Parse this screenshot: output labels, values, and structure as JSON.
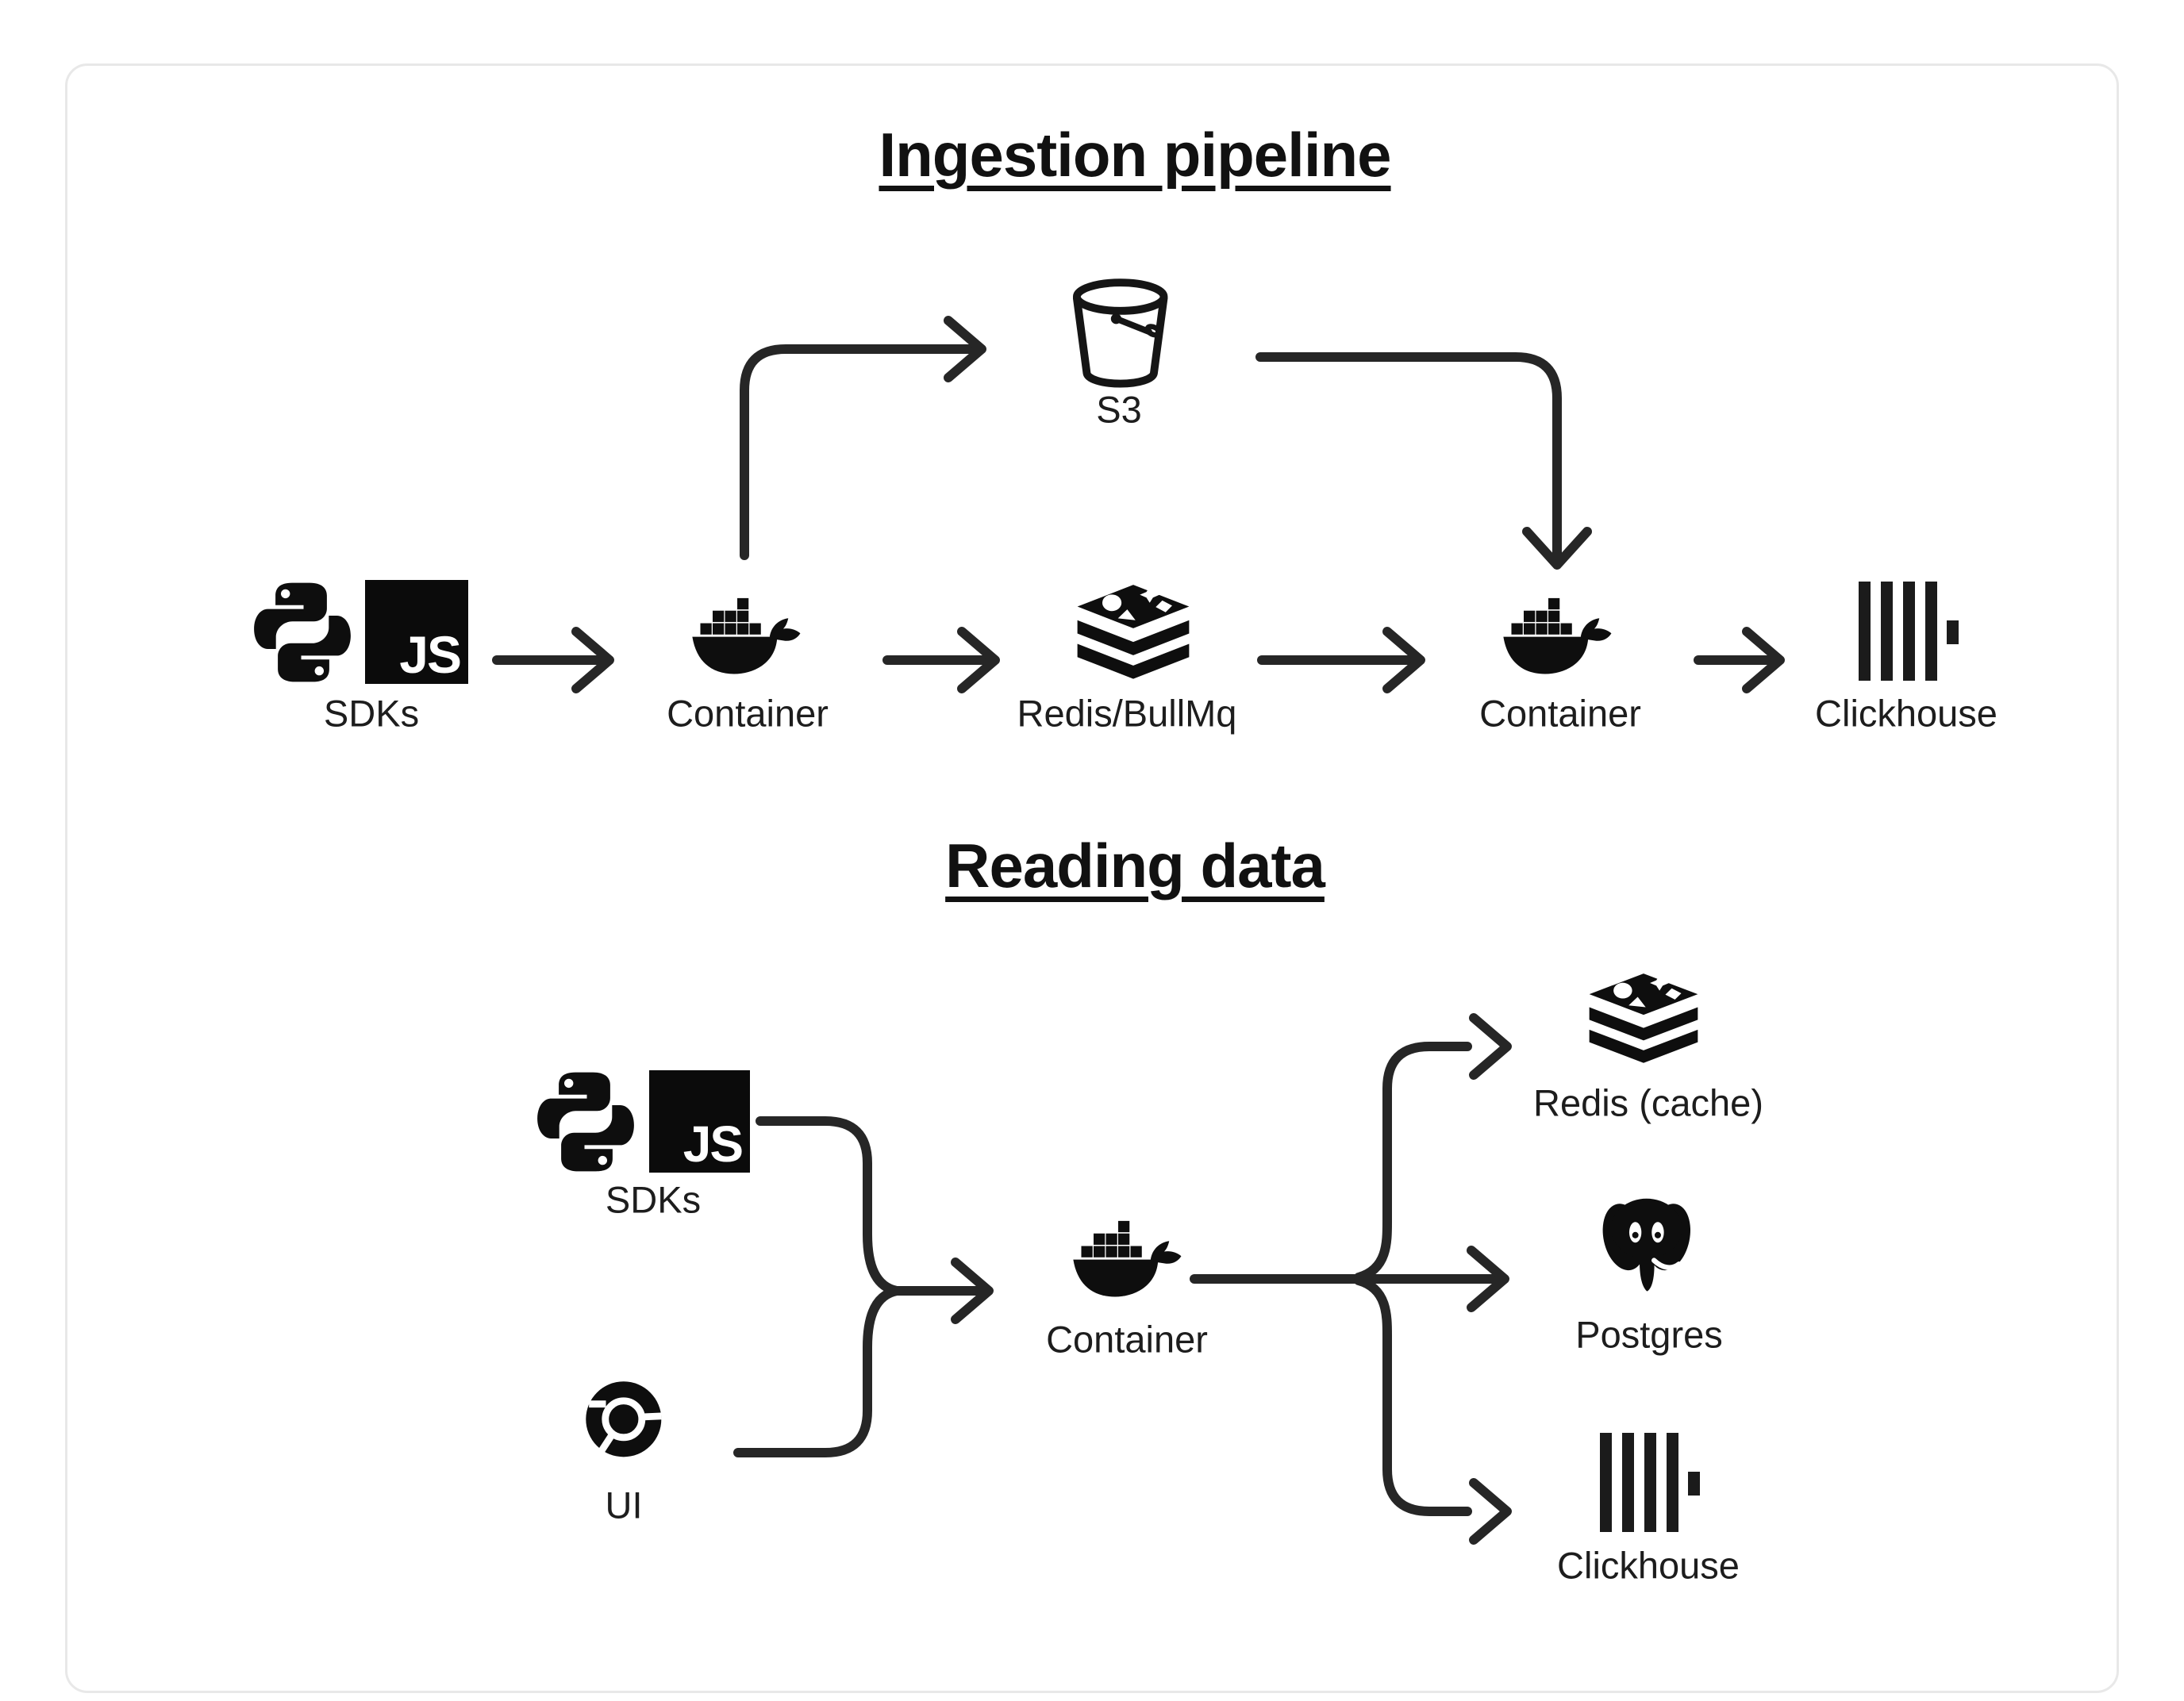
{
  "diagram": {
    "colors": {
      "background": "#ffffff",
      "card_border": "#e8e8e8",
      "ink": "#0e0e0e",
      "line": "#262626",
      "label_text": "#1d1d1d"
    },
    "icon_glyphs": {
      "javascript": "JS"
    },
    "sections": {
      "ingestion": {
        "title": "Ingestion pipeline",
        "nodes": {
          "sdks": {
            "label": "SDKs"
          },
          "s3": {
            "label": "S3"
          },
          "container_in": {
            "label": "Container"
          },
          "redis_queue": {
            "label": "Redis/BullMq"
          },
          "container_out": {
            "label": "Container"
          },
          "clickhouse": {
            "label": "Clickhouse"
          }
        }
      },
      "reading": {
        "title": "Reading data",
        "nodes": {
          "sdks": {
            "label": "SDKs"
          },
          "ui": {
            "label": "UI"
          },
          "container": {
            "label": "Container"
          },
          "redis_cache": {
            "label": "Redis (cache)"
          },
          "postgres": {
            "label": "Postgres"
          },
          "clickhouse": {
            "label": "Clickhouse"
          }
        }
      }
    }
  }
}
